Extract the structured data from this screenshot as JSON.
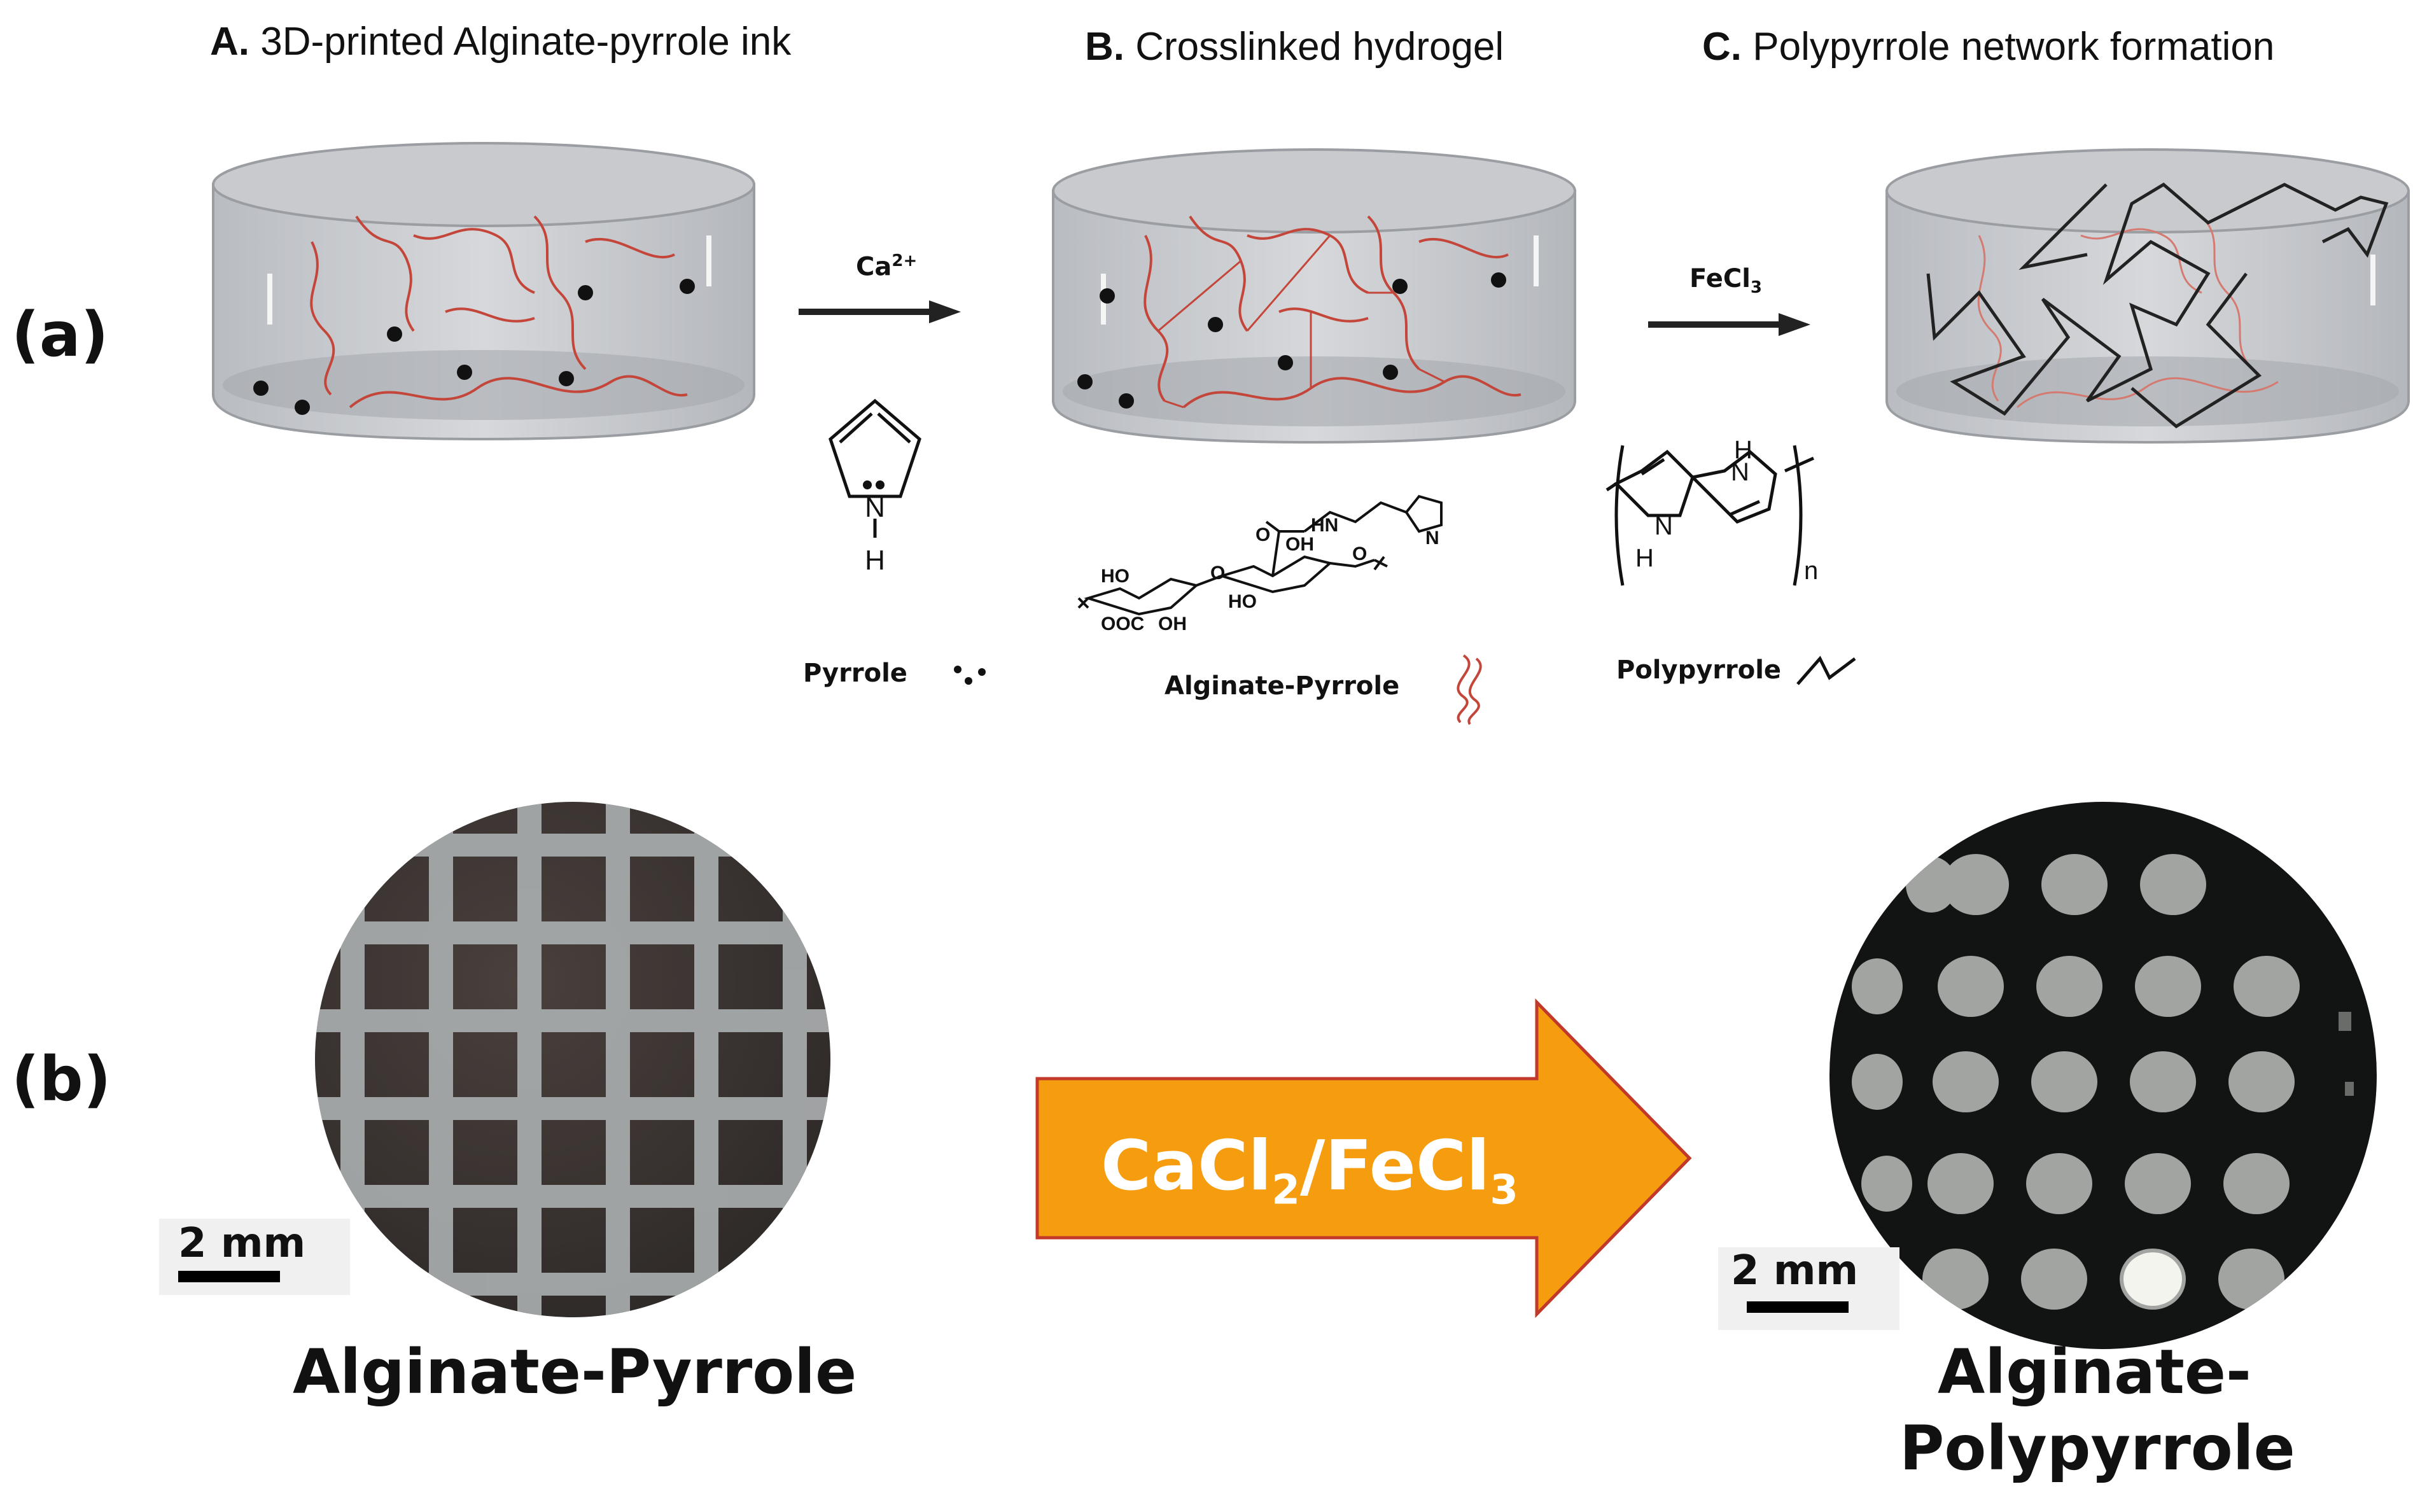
{
  "panel_a": {
    "label": "(a)",
    "steps": [
      {
        "letter": "A.",
        "title": "3D-printed Alginate-pyrrole ink"
      },
      {
        "letter": "B.",
        "title": "Crosslinked hydrogel"
      },
      {
        "letter": "C.",
        "title": "Polypyrrole network formation"
      }
    ],
    "arrow1_label": "Ca",
    "arrow1_sup": "2+",
    "arrow2_label": "FeCl",
    "arrow2_sub": "3",
    "legend": [
      {
        "name": "Pyrrole",
        "symbol": "dots-icon"
      },
      {
        "name": "Alginate-Pyrrole",
        "symbol": "red-squiggle-icon"
      },
      {
        "name": "Polypyrrole",
        "symbol": "zigzag-icon"
      }
    ],
    "chem_atoms": {
      "N": "N",
      "H": "H",
      "HN": "HN",
      "O": "O",
      "HO": "HO",
      "OH": "OH",
      "OOC": "OOC",
      "n": "n"
    }
  },
  "panel_b": {
    "label": "(b)",
    "arrow_text_main": "CaCl",
    "arrow_text_sub1": "2",
    "arrow_text_mid": "/FeCl",
    "arrow_text_sub2": "3",
    "left_caption": "Alginate-Pyrrole",
    "right_caption_line1": "Alginate-",
    "right_caption_line2": "Polypyrrole",
    "scale_label": "2 mm",
    "colors": {
      "arrow_fill": "#f59d0f",
      "arrow_stroke": "#c0392b"
    }
  }
}
